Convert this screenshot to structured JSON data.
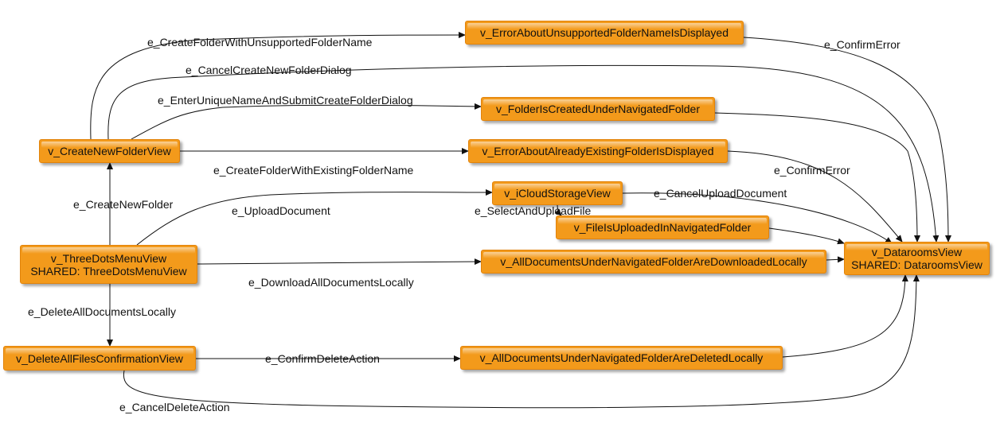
{
  "nodes": {
    "create_new_folder_view": "v_CreateNewFolderView",
    "three_dots_menu_view": "v_ThreeDotsMenuView",
    "three_dots_menu_shared": "SHARED: ThreeDotsMenuView",
    "delete_all_files_confirmation_view": "v_DeleteAllFilesConfirmationView",
    "error_unsupported_folder_name": "v_ErrorAboutUnsupportedFolderNameIsDisplayed",
    "folder_is_created": "v_FolderIsCreatedUnderNavigatedFolder",
    "error_already_existing_folder": "v_ErrorAboutAlreadyExistingFolderIsDisplayed",
    "icloud_storage_view": "v_iCloudStorageView",
    "file_is_uploaded": "v_FileIsUploadedInNavigatedFolder",
    "all_documents_downloaded": "v_AllDocumentsUnderNavigatedFolderAreDownloadedLocally",
    "all_documents_deleted": "v_AllDocumentsUnderNavigatedFolderAreDeletedLocally",
    "datarooms_view": "v_DataroomsView",
    "datarooms_shared": "SHARED: DataroomsView"
  },
  "edges": {
    "create_folder_unsupported_name": "e_CreateFolderWithUnsupportedFolderName",
    "cancel_create_new_folder_dialog": "e_CancelCreateNewFolderDialog",
    "enter_unique_name_submit": "e_EnterUniqueNameAndSubmitCreateFolderDialog",
    "create_folder_existing_name": "e_CreateFolderWithExistingFolderName",
    "create_new_folder": "e_CreateNewFolder",
    "upload_document": "e_UploadDocument",
    "select_and_upload_file": "e_SelectAndUploadFile",
    "cancel_upload_document": "e_CancelUploadDocument",
    "download_all_documents_locally": "e_DownloadAllDocumentsLocally",
    "delete_all_documents_locally": "e_DeleteAllDocumentsLocally",
    "confirm_delete_action": "e_ConfirmDeleteAction",
    "cancel_delete_action": "e_CancelDeleteAction",
    "confirm_error_1": "e_ConfirmError",
    "confirm_error_2": "e_ConfirmError"
  }
}
